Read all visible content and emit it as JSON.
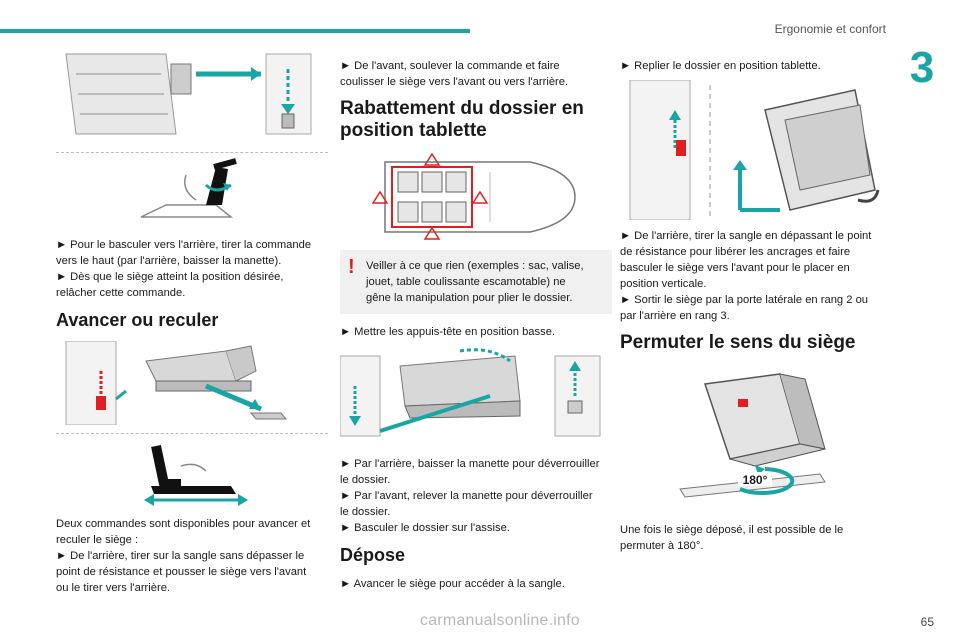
{
  "header": {
    "title": "Ergonomie et confort",
    "chapter": "3"
  },
  "page_number": "65",
  "watermark": "carmanualsonline.info",
  "col1": {
    "p1_l1": "► Pour le basculer vers l'arrière, tirer la commande",
    "p1_l2": "vers le haut (par l'arrière, baisser la manette).",
    "p1_l3": "► Dès que le siège atteint la position désirée,",
    "p1_l4": "relâcher cette commande.",
    "h_avancer": "Avancer ou reculer",
    "p2_l1": "Deux commandes sont disponibles pour avancer et",
    "p2_l2": "reculer le siège :",
    "p2_l3": "► De l'arrière, tirer sur la sangle sans dépasser le",
    "p2_l4": "point de résistance et pousser le siège vers l'avant",
    "p2_l5": "ou le tirer vers l'arrière."
  },
  "col2": {
    "p1_l1": "► De l'avant, soulever la commande et faire",
    "p1_l2": "coulisser le siège vers l'avant ou vers l'arrière.",
    "h_rabattement_l1": "Rabattement du dossier en",
    "h_rabattement_l2": "position tablette",
    "warn_l1": "Veiller à ce que rien (exemples : sac, valise,",
    "warn_l2": "jouet, table coulissante escamotable) ne",
    "warn_l3": "gêne la manipulation pour plier le dossier.",
    "p2": "► Mettre les appuis-tête en position basse.",
    "p3_l1": "► Par l'arrière, baisser la manette pour déverrouiller",
    "p3_l2": "le dossier.",
    "p3_l3": "► Par l'avant, relever la manette pour déverrouiller",
    "p3_l4": "le dossier.",
    "p3_l5": "► Basculer le dossier sur l'assise.",
    "h_depose": "Dépose",
    "p4": "► Avancer le siège pour accéder à la sangle."
  },
  "col3": {
    "p1": "► Replier le dossier en position tablette.",
    "p2_l1": "► De l'arrière, tirer la sangle en dépassant le point",
    "p2_l2": "de résistance pour libérer les ancrages et faire",
    "p2_l3": "basculer le siège vers l'avant pour le placer en",
    "p2_l4": "position verticale.",
    "p2_l5": "► Sortir le siège par la porte latérale en rang 2 ou",
    "p2_l6": "par l'arrière en rang 3.",
    "h_permuter": "Permuter le sens du siège",
    "angle_label": "180°",
    "p3_l1": "Une fois le siège déposé, il est possible de le",
    "p3_l2": "permuter à 180°."
  },
  "colors": {
    "accent": "#1aa5a5",
    "warning": "#e02020"
  }
}
